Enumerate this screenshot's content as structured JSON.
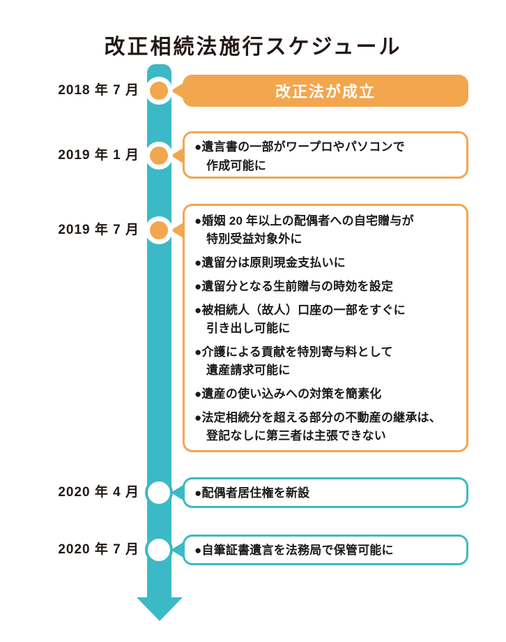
{
  "title": "改正相続法施行スケジュール",
  "colors": {
    "teal": "#3cb9c6",
    "orange": "#f2a64e",
    "ink": "#231815",
    "body": "#1a1a1a"
  },
  "rows": [
    {
      "date": "2018 年 7 月",
      "style": "orange-filled",
      "text": "改正法が成立"
    },
    {
      "date": "2019 年 1 月",
      "style": "orange-outline",
      "bullets": [
        {
          "l1": "●遺言書の一部がワープロやパソコンで",
          "l2": "作成可能に"
        }
      ]
    },
    {
      "date": "2019 年 7 月",
      "style": "orange-outline",
      "bullets": [
        {
          "l1": "●婚姻 20 年以上の配偶者への自宅贈与が",
          "l2": "特別受益対象外に"
        },
        {
          "l1": "●遺留分は原則現金支払いに"
        },
        {
          "l1": "●遺留分となる生前贈与の時効を設定"
        },
        {
          "l1": "●被相続人（故人）口座の一部をすぐに",
          "l2": "引き出し可能に"
        },
        {
          "l1": "●介護による貢献を特別寄与料として",
          "l2": "遺産請求可能に"
        },
        {
          "l1": "●遺産の使い込みへの対策を簡素化"
        },
        {
          "l1": "●法定相続分を超える部分の不動産の継承は、",
          "l2": "登記なしに第三者は主張できない"
        }
      ]
    },
    {
      "date": "2020 年 4 月",
      "style": "teal-outline",
      "bullets": [
        {
          "l1": "●配偶者居住権を新設"
        }
      ]
    },
    {
      "date": "2020 年 7 月",
      "style": "teal-outline",
      "bullets": [
        {
          "l1": "●自筆証書遺言を法務局で保管可能に"
        }
      ]
    }
  ]
}
